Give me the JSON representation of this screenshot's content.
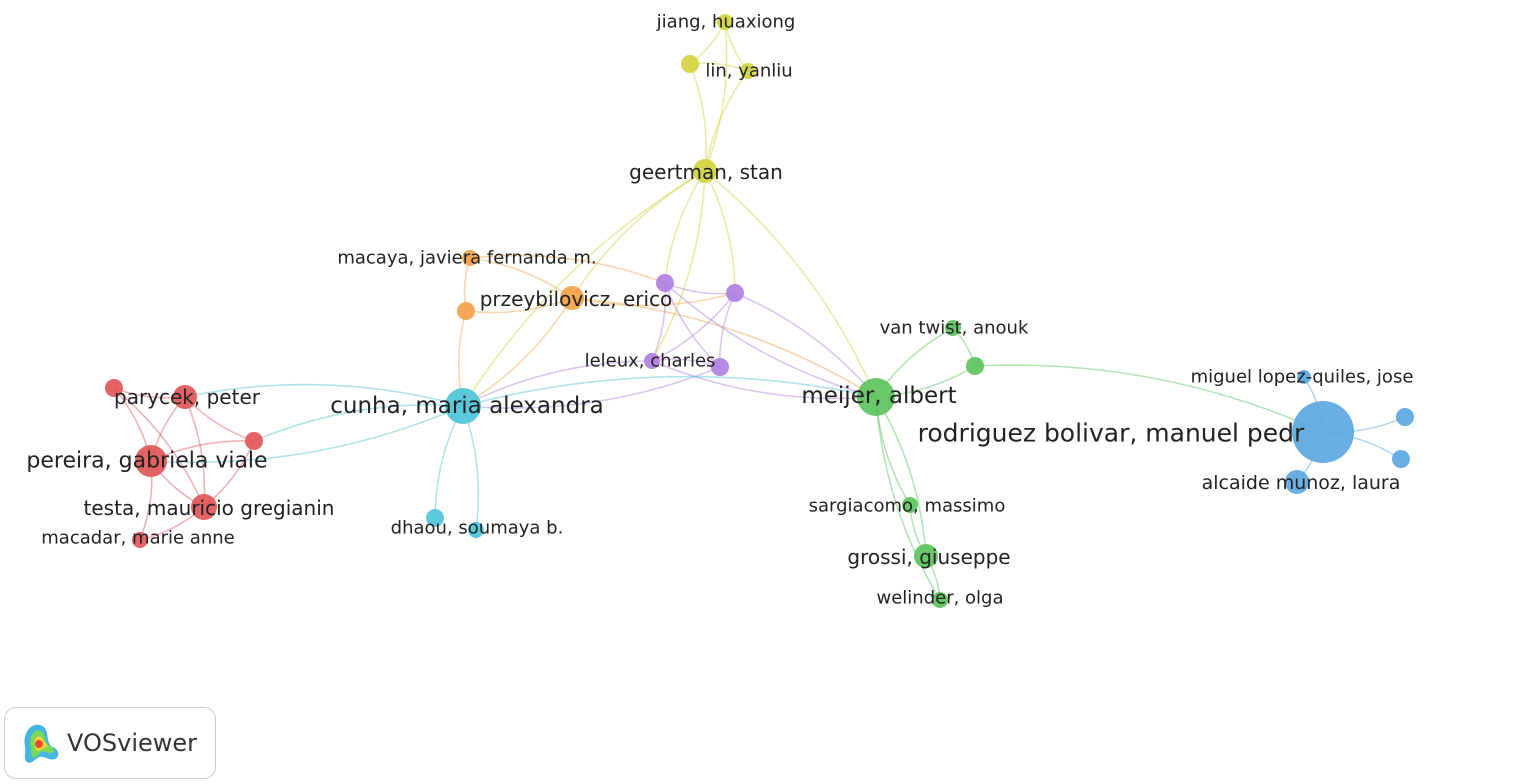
{
  "app": {
    "logo_text": "VOSviewer"
  },
  "colors": {
    "red": "#e15759",
    "cyan": "#4ec4da",
    "orange": "#f4a14a",
    "yellow": "#cfd43f",
    "purple": "#b07fe0",
    "green": "#5cc35c",
    "blue": "#5ba7e0"
  },
  "diagram": {
    "nodes": [
      {
        "id": "rodriguez",
        "label": "rodriguez bolivar, manuel pedr",
        "cluster": "blue"
      },
      {
        "id": "lopez",
        "label": "miguel lopez-quiles, jose",
        "cluster": "blue"
      },
      {
        "id": "alcaide",
        "label": "alcaide munoz, laura",
        "cluster": "blue"
      },
      {
        "id": "blue3",
        "label": "",
        "cluster": "blue"
      },
      {
        "id": "blue4",
        "label": "",
        "cluster": "blue"
      },
      {
        "id": "cunha",
        "label": "cunha, maria alexandra",
        "cluster": "cyan"
      },
      {
        "id": "dhaou",
        "label": "dhaou, soumaya b.",
        "cluster": "cyan"
      },
      {
        "id": "cyan2",
        "label": "",
        "cluster": "cyan"
      },
      {
        "id": "meijer",
        "label": "meijer, albert",
        "cluster": "green"
      },
      {
        "id": "vantwist",
        "label": "van twist, anouk",
        "cluster": "green"
      },
      {
        "id": "green2",
        "label": "",
        "cluster": "green"
      },
      {
        "id": "sargiacomo",
        "label": "sargiacomo, massimo",
        "cluster": "green"
      },
      {
        "id": "grossi",
        "label": "grossi, giuseppe",
        "cluster": "green"
      },
      {
        "id": "welinder",
        "label": "welinder, olga",
        "cluster": "green"
      },
      {
        "id": "geertman",
        "label": "geertman, stan",
        "cluster": "yellow"
      },
      {
        "id": "jiang",
        "label": "jiang, huaxiong",
        "cluster": "yellow"
      },
      {
        "id": "lin",
        "label": "lin, yanliu",
        "cluster": "yellow"
      },
      {
        "id": "yellow3",
        "label": "",
        "cluster": "yellow"
      },
      {
        "id": "przeybilovicz",
        "label": "przeybilovicz, erico",
        "cluster": "orange"
      },
      {
        "id": "macaya",
        "label": "macaya, javiera fernanda m.",
        "cluster": "orange"
      },
      {
        "id": "orange2",
        "label": "",
        "cluster": "orange"
      },
      {
        "id": "leleux",
        "label": "leleux, charles",
        "cluster": "purple"
      },
      {
        "id": "purple1",
        "label": "",
        "cluster": "purple"
      },
      {
        "id": "purple2",
        "label": "",
        "cluster": "purple"
      },
      {
        "id": "purple3",
        "label": "",
        "cluster": "purple"
      },
      {
        "id": "parycek",
        "label": "parycek, peter",
        "cluster": "red"
      },
      {
        "id": "pereira",
        "label": "pereira, gabriela viale",
        "cluster": "red"
      },
      {
        "id": "testa",
        "label": "testa, mauricio gregianin",
        "cluster": "red"
      },
      {
        "id": "macadar",
        "label": "macadar, marie anne",
        "cluster": "red"
      },
      {
        "id": "red4",
        "label": "",
        "cluster": "red"
      },
      {
        "id": "red5",
        "label": "",
        "cluster": "red"
      }
    ],
    "links": [
      [
        "jiang",
        "lin"
      ],
      [
        "jiang",
        "yellow3"
      ],
      [
        "lin",
        "yellow3"
      ],
      [
        "jiang",
        "geertman"
      ],
      [
        "lin",
        "geertman"
      ],
      [
        "yellow3",
        "geertman"
      ],
      [
        "geertman",
        "purple1"
      ],
      [
        "geertman",
        "purple2"
      ],
      [
        "geertman",
        "przeybilovicz"
      ],
      [
        "geertman",
        "meijer"
      ],
      [
        "geertman",
        "cunha"
      ],
      [
        "geertman",
        "leleux"
      ],
      [
        "macaya",
        "orange2"
      ],
      [
        "macaya",
        "przeybilovicz"
      ],
      [
        "orange2",
        "przeybilovicz"
      ],
      [
        "przeybilovicz",
        "cunha"
      ],
      [
        "orange2",
        "cunha"
      ],
      [
        "macaya",
        "purple1"
      ],
      [
        "przeybilovicz",
        "purple2"
      ],
      [
        "przeybilovicz",
        "meijer"
      ],
      [
        "purple1",
        "purple2"
      ],
      [
        "purple1",
        "leleux"
      ],
      [
        "purple1",
        "purple3"
      ],
      [
        "purple2",
        "leleux"
      ],
      [
        "purple2",
        "purple3"
      ],
      [
        "leleux",
        "purple3"
      ],
      [
        "leleux",
        "cunha"
      ],
      [
        "purple3",
        "cunha"
      ],
      [
        "purple1",
        "meijer"
      ],
      [
        "purple2",
        "meijer"
      ],
      [
        "leleux",
        "meijer"
      ],
      [
        "cunha",
        "meijer"
      ],
      [
        "cunha",
        "dhaou"
      ],
      [
        "cunha",
        "cyan2"
      ],
      [
        "cunha",
        "parycek"
      ],
      [
        "cunha",
        "pereira"
      ],
      [
        "cunha",
        "red4"
      ],
      [
        "meijer",
        "vantwist"
      ],
      [
        "meijer",
        "green2"
      ],
      [
        "vantwist",
        "green2"
      ],
      [
        "meijer",
        "sargiacomo"
      ],
      [
        "meijer",
        "grossi"
      ],
      [
        "sargiacomo",
        "grossi"
      ],
      [
        "grossi",
        "welinder"
      ],
      [
        "meijer",
        "welinder"
      ],
      [
        "green2",
        "rodriguez"
      ],
      [
        "rodriguez",
        "lopez"
      ],
      [
        "rodriguez",
        "alcaide"
      ],
      [
        "rodriguez",
        "blue3"
      ],
      [
        "rodriguez",
        "blue4"
      ],
      [
        "parycek",
        "pereira"
      ],
      [
        "parycek",
        "testa"
      ],
      [
        "parycek",
        "red4"
      ],
      [
        "parycek",
        "red5"
      ],
      [
        "pereira",
        "testa"
      ],
      [
        "pereira",
        "red4"
      ],
      [
        "pereira",
        "red5"
      ],
      [
        "pereira",
        "macadar"
      ],
      [
        "testa",
        "red4"
      ],
      [
        "testa",
        "macadar"
      ],
      [
        "testa",
        "red5"
      ]
    ]
  }
}
